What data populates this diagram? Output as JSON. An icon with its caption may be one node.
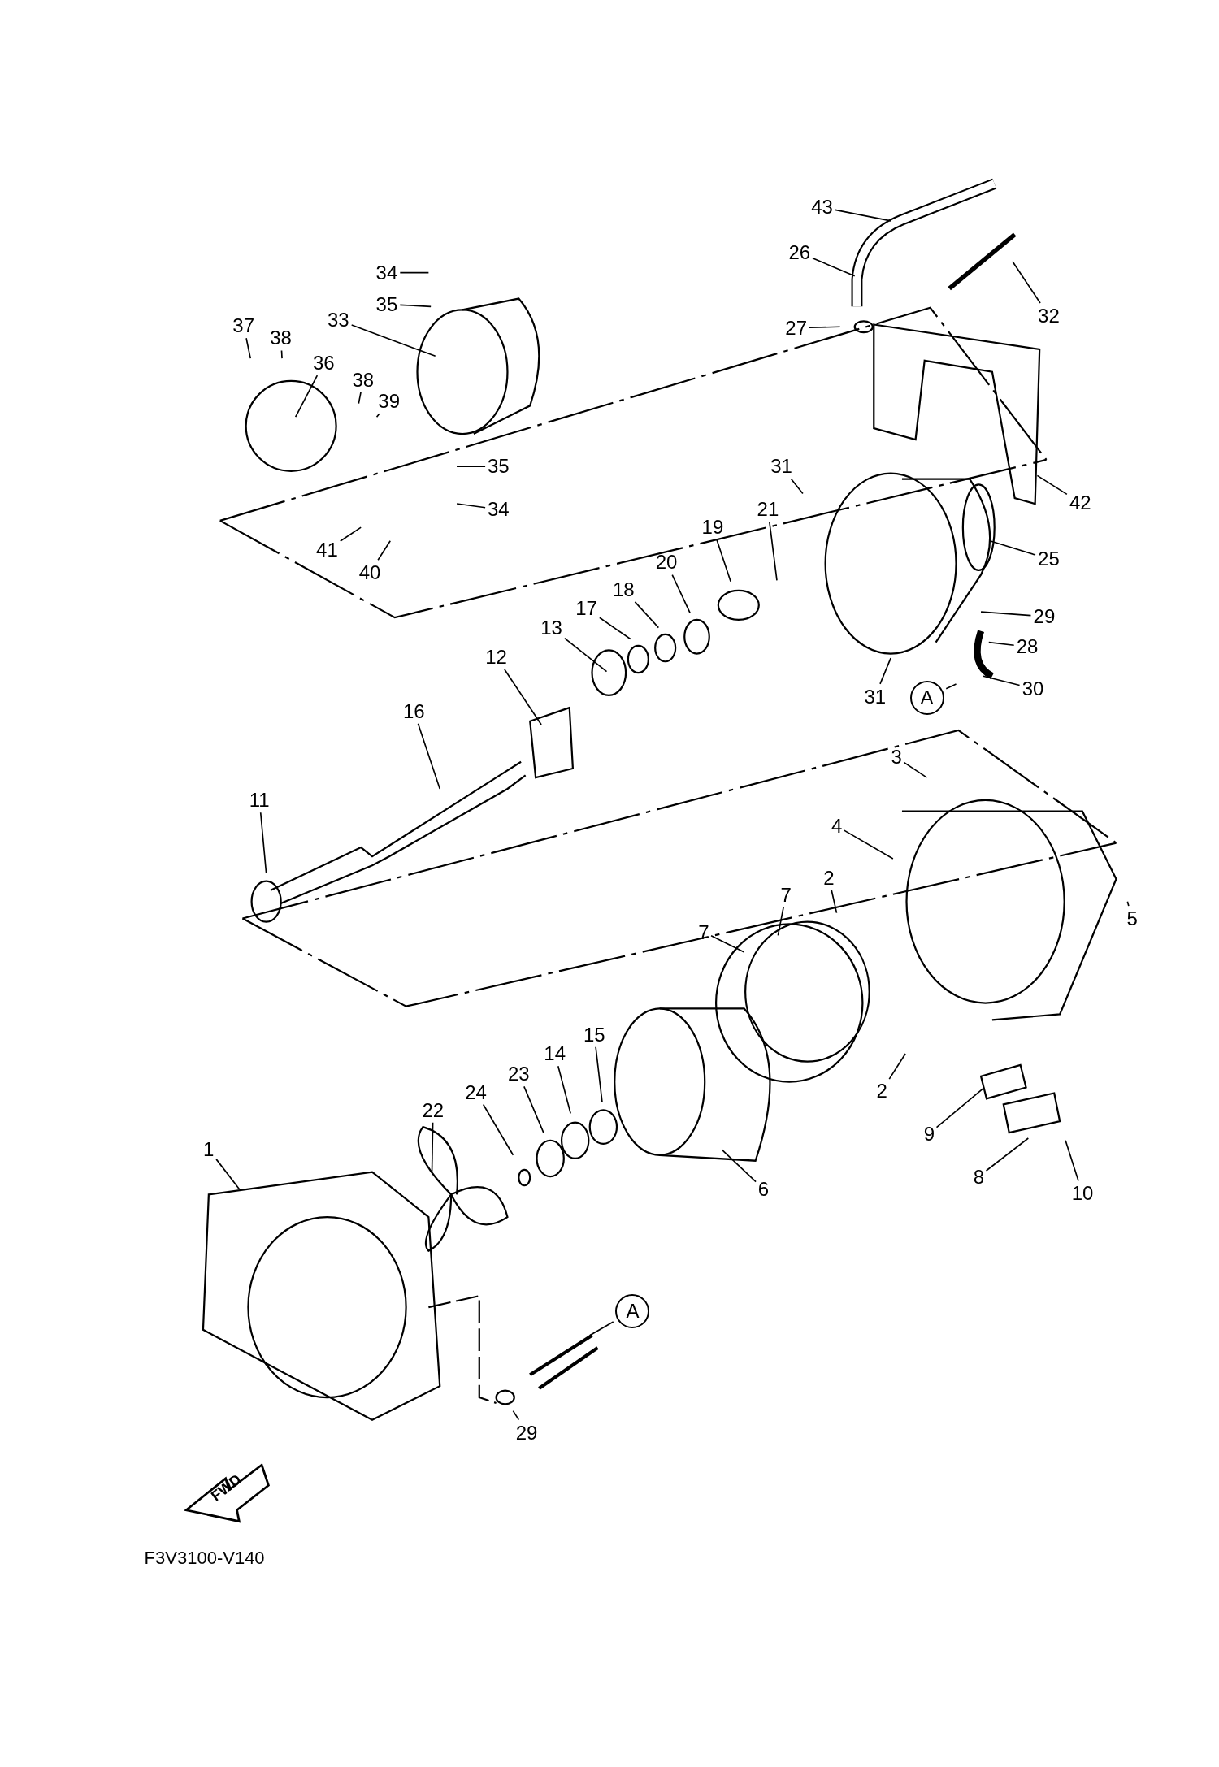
{
  "diagram": {
    "nodes": [
      {
        "text": [
          "34"
        ]
      },
      {
        "text": [
          "35"
        ]
      },
      {
        "text": [
          "33"
        ]
      },
      {
        "text": [
          "37"
        ]
      },
      {
        "text": [
          "38"
        ]
      },
      {
        "text": [
          "36"
        ]
      },
      {
        "text": [
          "38"
        ]
      },
      {
        "text": [
          "39"
        ]
      },
      {
        "text": [
          "35"
        ]
      },
      {
        "text": [
          "34"
        ]
      },
      {
        "text": [
          "41"
        ]
      },
      {
        "text": [
          "40"
        ]
      },
      {
        "text": [
          "43"
        ]
      },
      {
        "text": [
          "26"
        ]
      },
      {
        "text": [
          "27"
        ]
      },
      {
        "text": [
          "32"
        ]
      },
      {
        "text": [
          "31"
        ]
      },
      {
        "text": [
          "42"
        ]
      },
      {
        "text": [
          "21"
        ]
      },
      {
        "text": [
          "25"
        ]
      },
      {
        "text": [
          "19"
        ]
      },
      {
        "text": [
          "20"
        ]
      },
      {
        "text": [
          "18"
        ]
      },
      {
        "text": [
          "17"
        ]
      },
      {
        "text": [
          "13"
        ]
      },
      {
        "text": [
          "12"
        ]
      },
      {
        "text": [
          "29"
        ]
      },
      {
        "text": [
          "28"
        ]
      },
      {
        "text": [
          "30"
        ]
      },
      {
        "text": [
          "31"
        ]
      },
      {
        "text": [
          "A"
        ]
      },
      {
        "text": [
          "16"
        ]
      },
      {
        "text": [
          "11"
        ]
      },
      {
        "text": [
          "3"
        ]
      },
      {
        "text": [
          "4"
        ]
      },
      {
        "text": [
          "5"
        ]
      },
      {
        "text": [
          "2"
        ]
      },
      {
        "text": [
          "7"
        ]
      },
      {
        "text": [
          "7"
        ]
      },
      {
        "text": [
          "2"
        ]
      },
      {
        "text": [
          "9"
        ]
      },
      {
        "text": [
          "6"
        ]
      },
      {
        "text": [
          "8"
        ]
      },
      {
        "text": [
          "10"
        ]
      },
      {
        "text": [
          "15"
        ]
      },
      {
        "text": [
          "14"
        ]
      },
      {
        "text": [
          "23"
        ]
      },
      {
        "text": [
          "24"
        ]
      },
      {
        "text": [
          "22"
        ]
      },
      {
        "text": [
          "1"
        ]
      },
      {
        "text": [
          "A"
        ]
      },
      {
        "text": [
          "29"
        ]
      }
    ],
    "edges": [
      {
        "from": 0,
        "to": null,
        "arrow": "none"
      },
      {
        "from": 1,
        "to": null,
        "arrow": "none"
      },
      {
        "from": 2,
        "to": null,
        "arrow": "none"
      },
      {
        "from": 3,
        "to": null,
        "arrow": "none"
      },
      {
        "from": 4,
        "to": null,
        "arrow": "none"
      },
      {
        "from": 5,
        "to": null,
        "arrow": "none"
      },
      {
        "from": 6,
        "to": null,
        "arrow": "none"
      },
      {
        "from": 7,
        "to": null,
        "arrow": "none"
      },
      {
        "from": 8,
        "to": null,
        "arrow": "none"
      },
      {
        "from": 9,
        "to": null,
        "arrow": "none"
      },
      {
        "from": 10,
        "to": null,
        "arrow": "none"
      },
      {
        "from": 11,
        "to": null,
        "arrow": "none"
      },
      {
        "from": 12,
        "to": null,
        "arrow": "none"
      },
      {
        "from": 13,
        "to": null,
        "arrow": "none"
      },
      {
        "from": 14,
        "to": null,
        "arrow": "none"
      },
      {
        "from": 15,
        "to": null,
        "arrow": "none"
      },
      {
        "from": 16,
        "to": null,
        "arrow": "none"
      },
      {
        "from": 17,
        "to": null,
        "arrow": "none"
      },
      {
        "from": 18,
        "to": null,
        "arrow": "none"
      },
      {
        "from": 19,
        "to": null,
        "arrow": "none"
      },
      {
        "from": 20,
        "to": null,
        "arrow": "none"
      },
      {
        "from": 21,
        "to": null,
        "arrow": "none"
      },
      {
        "from": 22,
        "to": null,
        "arrow": "none"
      },
      {
        "from": 23,
        "to": null,
        "arrow": "none"
      },
      {
        "from": 24,
        "to": null,
        "arrow": "none"
      },
      {
        "from": 25,
        "to": null,
        "arrow": "none"
      },
      {
        "from": 26,
        "to": null,
        "arrow": "none"
      },
      {
        "from": 27,
        "to": null,
        "arrow": "none"
      },
      {
        "from": 28,
        "to": null,
        "arrow": "none"
      },
      {
        "from": 29,
        "to": null,
        "arrow": "none"
      },
      {
        "from": 30,
        "to": null,
        "arrow": "none"
      },
      {
        "from": 31,
        "to": null,
        "arrow": "none"
      },
      {
        "from": 32,
        "to": null,
        "arrow": "none"
      },
      {
        "from": 33,
        "to": null,
        "arrow": "none"
      },
      {
        "from": 34,
        "to": null,
        "arrow": "none"
      },
      {
        "from": 35,
        "to": null,
        "arrow": "none"
      },
      {
        "from": 36,
        "to": null,
        "arrow": "none"
      },
      {
        "from": 37,
        "to": null,
        "arrow": "none"
      },
      {
        "from": 38,
        "to": null,
        "arrow": "none"
      },
      {
        "from": 39,
        "to": null,
        "arrow": "none"
      },
      {
        "from": 40,
        "to": null,
        "arrow": "none"
      },
      {
        "from": 41,
        "to": null,
        "arrow": "none"
      },
      {
        "from": 42,
        "to": null,
        "arrow": "none"
      },
      {
        "from": 43,
        "to": null,
        "arrow": "none"
      },
      {
        "from": 44,
        "to": null,
        "arrow": "none"
      },
      {
        "from": 45,
        "to": null,
        "arrow": "none"
      },
      {
        "from": 46,
        "to": null,
        "arrow": "none"
      },
      {
        "from": 47,
        "to": null,
        "arrow": "none"
      },
      {
        "from": 48,
        "to": null,
        "arrow": "none"
      },
      {
        "from": 49,
        "to": null,
        "arrow": "none"
      },
      {
        "from": 50,
        "to": null,
        "arrow": "none"
      },
      {
        "from": 51,
        "to": null,
        "arrow": "none"
      }
    ],
    "labels": [
      "FWD",
      "F3V3100-V140"
    ]
  }
}
